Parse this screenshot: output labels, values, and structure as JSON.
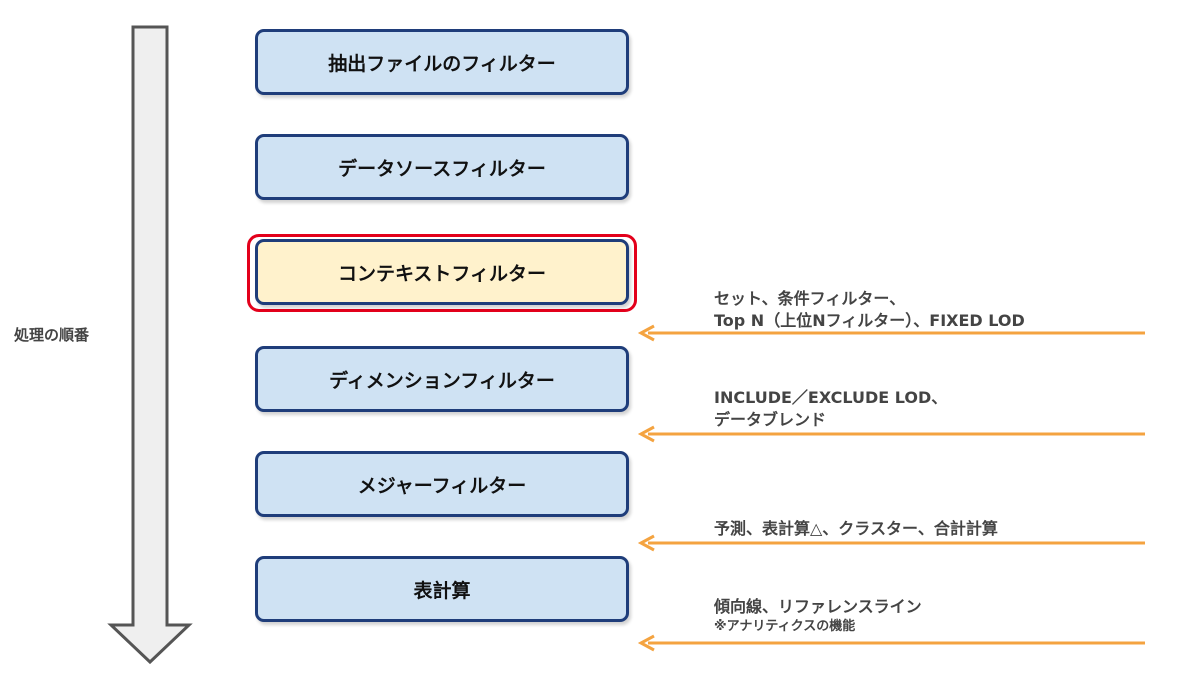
{
  "order_label": "処理の順番",
  "steps": [
    {
      "label": "抽出ファイルのフィルター",
      "highlight": false
    },
    {
      "label": "データソースフィルター",
      "highlight": false
    },
    {
      "label": "コンテキストフィルター",
      "highlight": true
    },
    {
      "label": "ディメンションフィルター",
      "highlight": false
    },
    {
      "label": "メジャーフィルター",
      "highlight": false
    },
    {
      "label": "表計算",
      "highlight": false
    }
  ],
  "annotations": [
    {
      "line1": "セット、条件フィルター、",
      "line2": "Top N（上位Nフィルター）、FIXED LOD"
    },
    {
      "line1": "INCLUDE／EXCLUDE LOD、",
      "line2": "データブレンド"
    },
    {
      "line1": "予測、表計算△、クラスター、合計計算"
    },
    {
      "line1": "傾向線、リファレンスライン",
      "line2": "※アナリティクスの機能"
    }
  ],
  "colors": {
    "box_fill": "#cfe2f3",
    "box_border": "#1f3d7a",
    "highlight_fill": "#fff2cc",
    "highlight_ring": "#e3001b",
    "arrow_orange": "#f4a340",
    "big_arrow_fill": "#efefef",
    "big_arrow_stroke": "#555555",
    "text_gray": "#444444"
  }
}
